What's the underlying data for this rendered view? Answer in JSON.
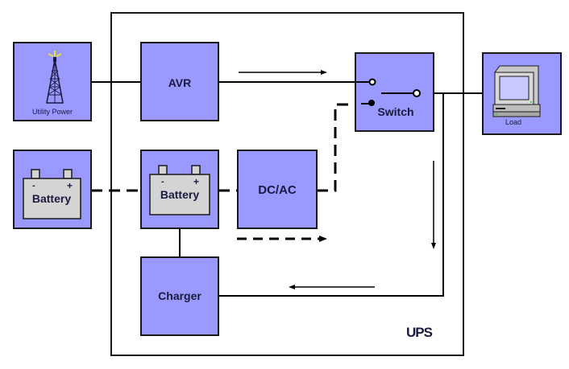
{
  "diagram": {
    "title": "UPS",
    "colors": {
      "block_fill": "#9999ff",
      "battery_fill": "#d4d4d4",
      "line": "#000000"
    },
    "external": {
      "utility_power": {
        "label": "Utility Power",
        "icon": "transmission-tower-icon"
      },
      "battery": {
        "label": "Battery",
        "minus": "-",
        "plus": "+",
        "icon": "battery-icon"
      },
      "load": {
        "label": "Load",
        "icon": "computer-monitor-icon"
      }
    },
    "internal": {
      "avr": {
        "label": "AVR"
      },
      "battery": {
        "label": "Battery",
        "minus": "-",
        "plus": "+"
      },
      "dcac": {
        "label": "DC/AC"
      },
      "switch": {
        "label": "Switch"
      },
      "charger": {
        "label": "Charger"
      }
    },
    "connections": [
      {
        "from": "utility_power",
        "to": "avr",
        "style": "solid"
      },
      {
        "from": "avr",
        "to": "switch",
        "style": "solid",
        "flow_arrow": "right"
      },
      {
        "from": "battery",
        "to": "internal_battery",
        "style": "dashed"
      },
      {
        "from": "internal_battery",
        "to": "dcac",
        "style": "dashed"
      },
      {
        "from": "dcac",
        "to": "switch",
        "style": "dashed",
        "flow_arrow": "right"
      },
      {
        "from": "switch",
        "to": "load",
        "style": "solid"
      },
      {
        "from": "switch_output",
        "to": "charger",
        "style": "solid",
        "flow_arrow": "down-left"
      },
      {
        "from": "internal_battery",
        "to": "charger",
        "style": "solid"
      }
    ]
  }
}
